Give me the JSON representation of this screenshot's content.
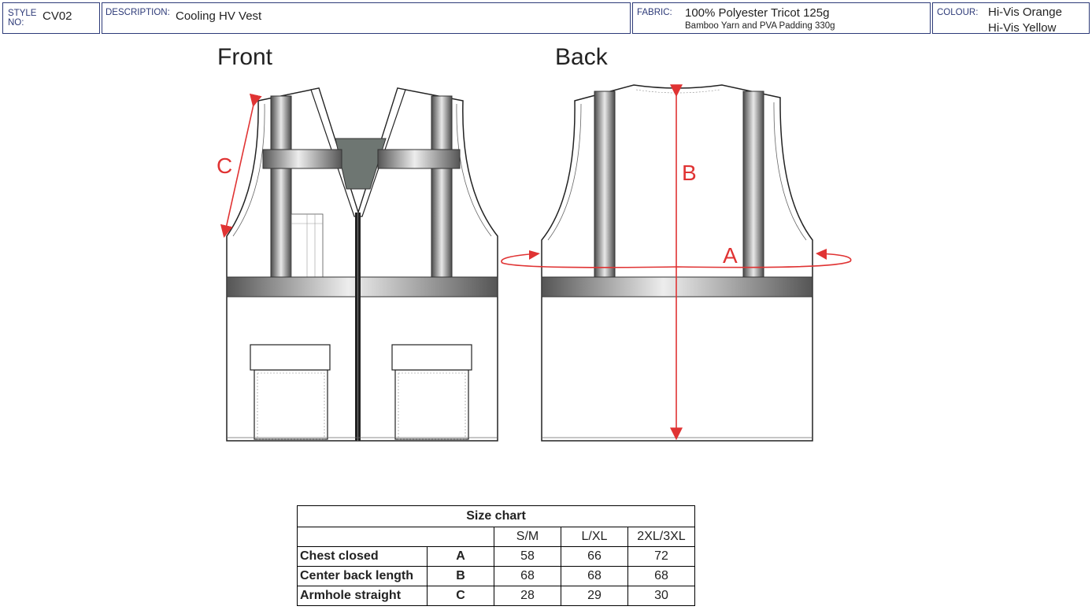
{
  "header": {
    "style_label": "STYLE NO:",
    "style_label_line1": "STYLE",
    "style_label_line2": "NO:",
    "style_value": "CV02",
    "description_label": "DESCRIPTION:",
    "description_value": "Cooling HV Vest",
    "fabric_label": "FABRIC:",
    "fabric_line1": "100% Polyester Tricot 125g",
    "fabric_line2": "Bamboo Yarn and PVA Padding 330g",
    "colour_label": "COLOUR:",
    "colour_line1": "Hi-Vis Orange",
    "colour_line2": "Hi-Vis Yellow"
  },
  "views": {
    "front_title": "Front",
    "back_title": "Back",
    "marker_a": "A",
    "marker_b": "B",
    "marker_c": "C"
  },
  "measure_color": "#e03333",
  "size_chart": {
    "title": "Size chart",
    "sizes": [
      "S/M",
      "L/XL",
      "2XL/3XL"
    ],
    "rows": [
      {
        "name": "Chest closed",
        "code": "A",
        "values": [
          "58",
          "66",
          "72"
        ]
      },
      {
        "name": "Center back length",
        "code": "B",
        "values": [
          "68",
          "68",
          "68"
        ]
      },
      {
        "name": "Armhole straight",
        "code": "C",
        "values": [
          "28",
          "29",
          "30"
        ]
      }
    ]
  }
}
